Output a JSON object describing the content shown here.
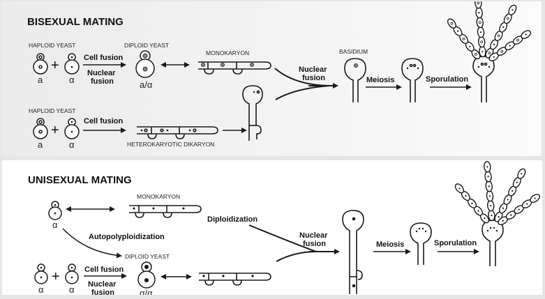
{
  "figure": {
    "sections": [
      {
        "id": "bisexual",
        "title": "BISEXUAL MATING",
        "labels": {
          "haploid_yeast_1": "HAPLOID YEAST",
          "haploid_yeast_2": "HAPLOID YEAST",
          "diploid_yeast": "DIPLOID YEAST",
          "monokaryon": "MONOKARYON",
          "heterokaryotic_dikaryon": "HETEROKARYOTIC DIKARYON",
          "basidium": "BASIDIUM",
          "mating_type_a_1": "a",
          "mating_type_alpha_1": "α",
          "mating_type_a_2": "a",
          "mating_type_alpha_2": "α",
          "diploid_type": "a/α",
          "plus_1": "+",
          "plus_2": "+"
        },
        "steps": {
          "cell_fusion_1": "Cell fusion",
          "nuclear_fusion_1_line1": "Nuclear",
          "nuclear_fusion_1_line2": "fusion",
          "cell_fusion_2": "Cell fusion",
          "nuclear_fusion_2_line1": "Nuclear",
          "nuclear_fusion_2_line2": "fusion",
          "meiosis": "Meiosis",
          "sporulation": "Sporulation"
        }
      },
      {
        "id": "unisexual",
        "title": "UNISEXUAL MATING",
        "labels": {
          "monokaryon_1": "MONOKARYON",
          "diploid_yeast": "DIPLOID YEAST",
          "mating_type_alpha_single": "α",
          "mating_type_alpha_1": "α",
          "mating_type_alpha_2": "α",
          "diploid_type": "α/α",
          "plus": "+"
        },
        "steps": {
          "autopolyploidization": "Autopolyploidization",
          "diploidization": "Diploidization",
          "cell_fusion": "Cell fusion",
          "nuclear_fusion_1_line1": "Nuclear",
          "nuclear_fusion_1_line2": "fusion",
          "nuclear_fusion_2_line1": "Nuclear",
          "nuclear_fusion_2_line2": "fusion",
          "meiosis": "Meiosis",
          "sporulation": "Sporulation"
        }
      }
    ]
  }
}
